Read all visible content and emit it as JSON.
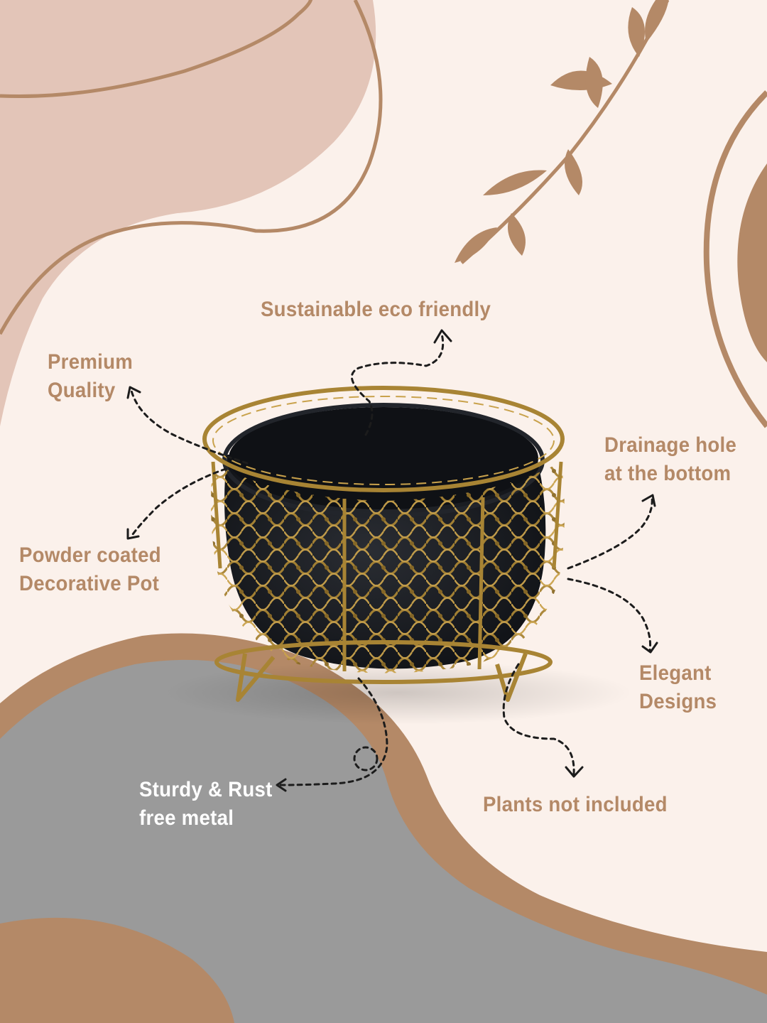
{
  "colors": {
    "background": "#fbf1eb",
    "blob_light": "#e3c5b8",
    "accent_brown": "#b48967",
    "grey_blob": "#9a9a9a",
    "label_text": "#b48967",
    "label_text_on_grey": "#ffffff",
    "pot_body": "#16181d",
    "wire": "#a88434"
  },
  "features": {
    "sustainable": {
      "lines": [
        "Sustainable eco friendly"
      ]
    },
    "premium": {
      "lines": [
        "Premium",
        "Quality"
      ]
    },
    "drainage": {
      "lines": [
        "Drainage hole",
        "at the bottom"
      ]
    },
    "powder": {
      "lines": [
        "Powder coated",
        "Decorative Pot"
      ]
    },
    "elegant": {
      "lines": [
        "Elegant",
        "Designs"
      ]
    },
    "sturdy": {
      "lines": [
        "Sturdy & Rust",
        "free metal"
      ]
    },
    "plants": {
      "lines": [
        "Plants not included"
      ]
    }
  }
}
